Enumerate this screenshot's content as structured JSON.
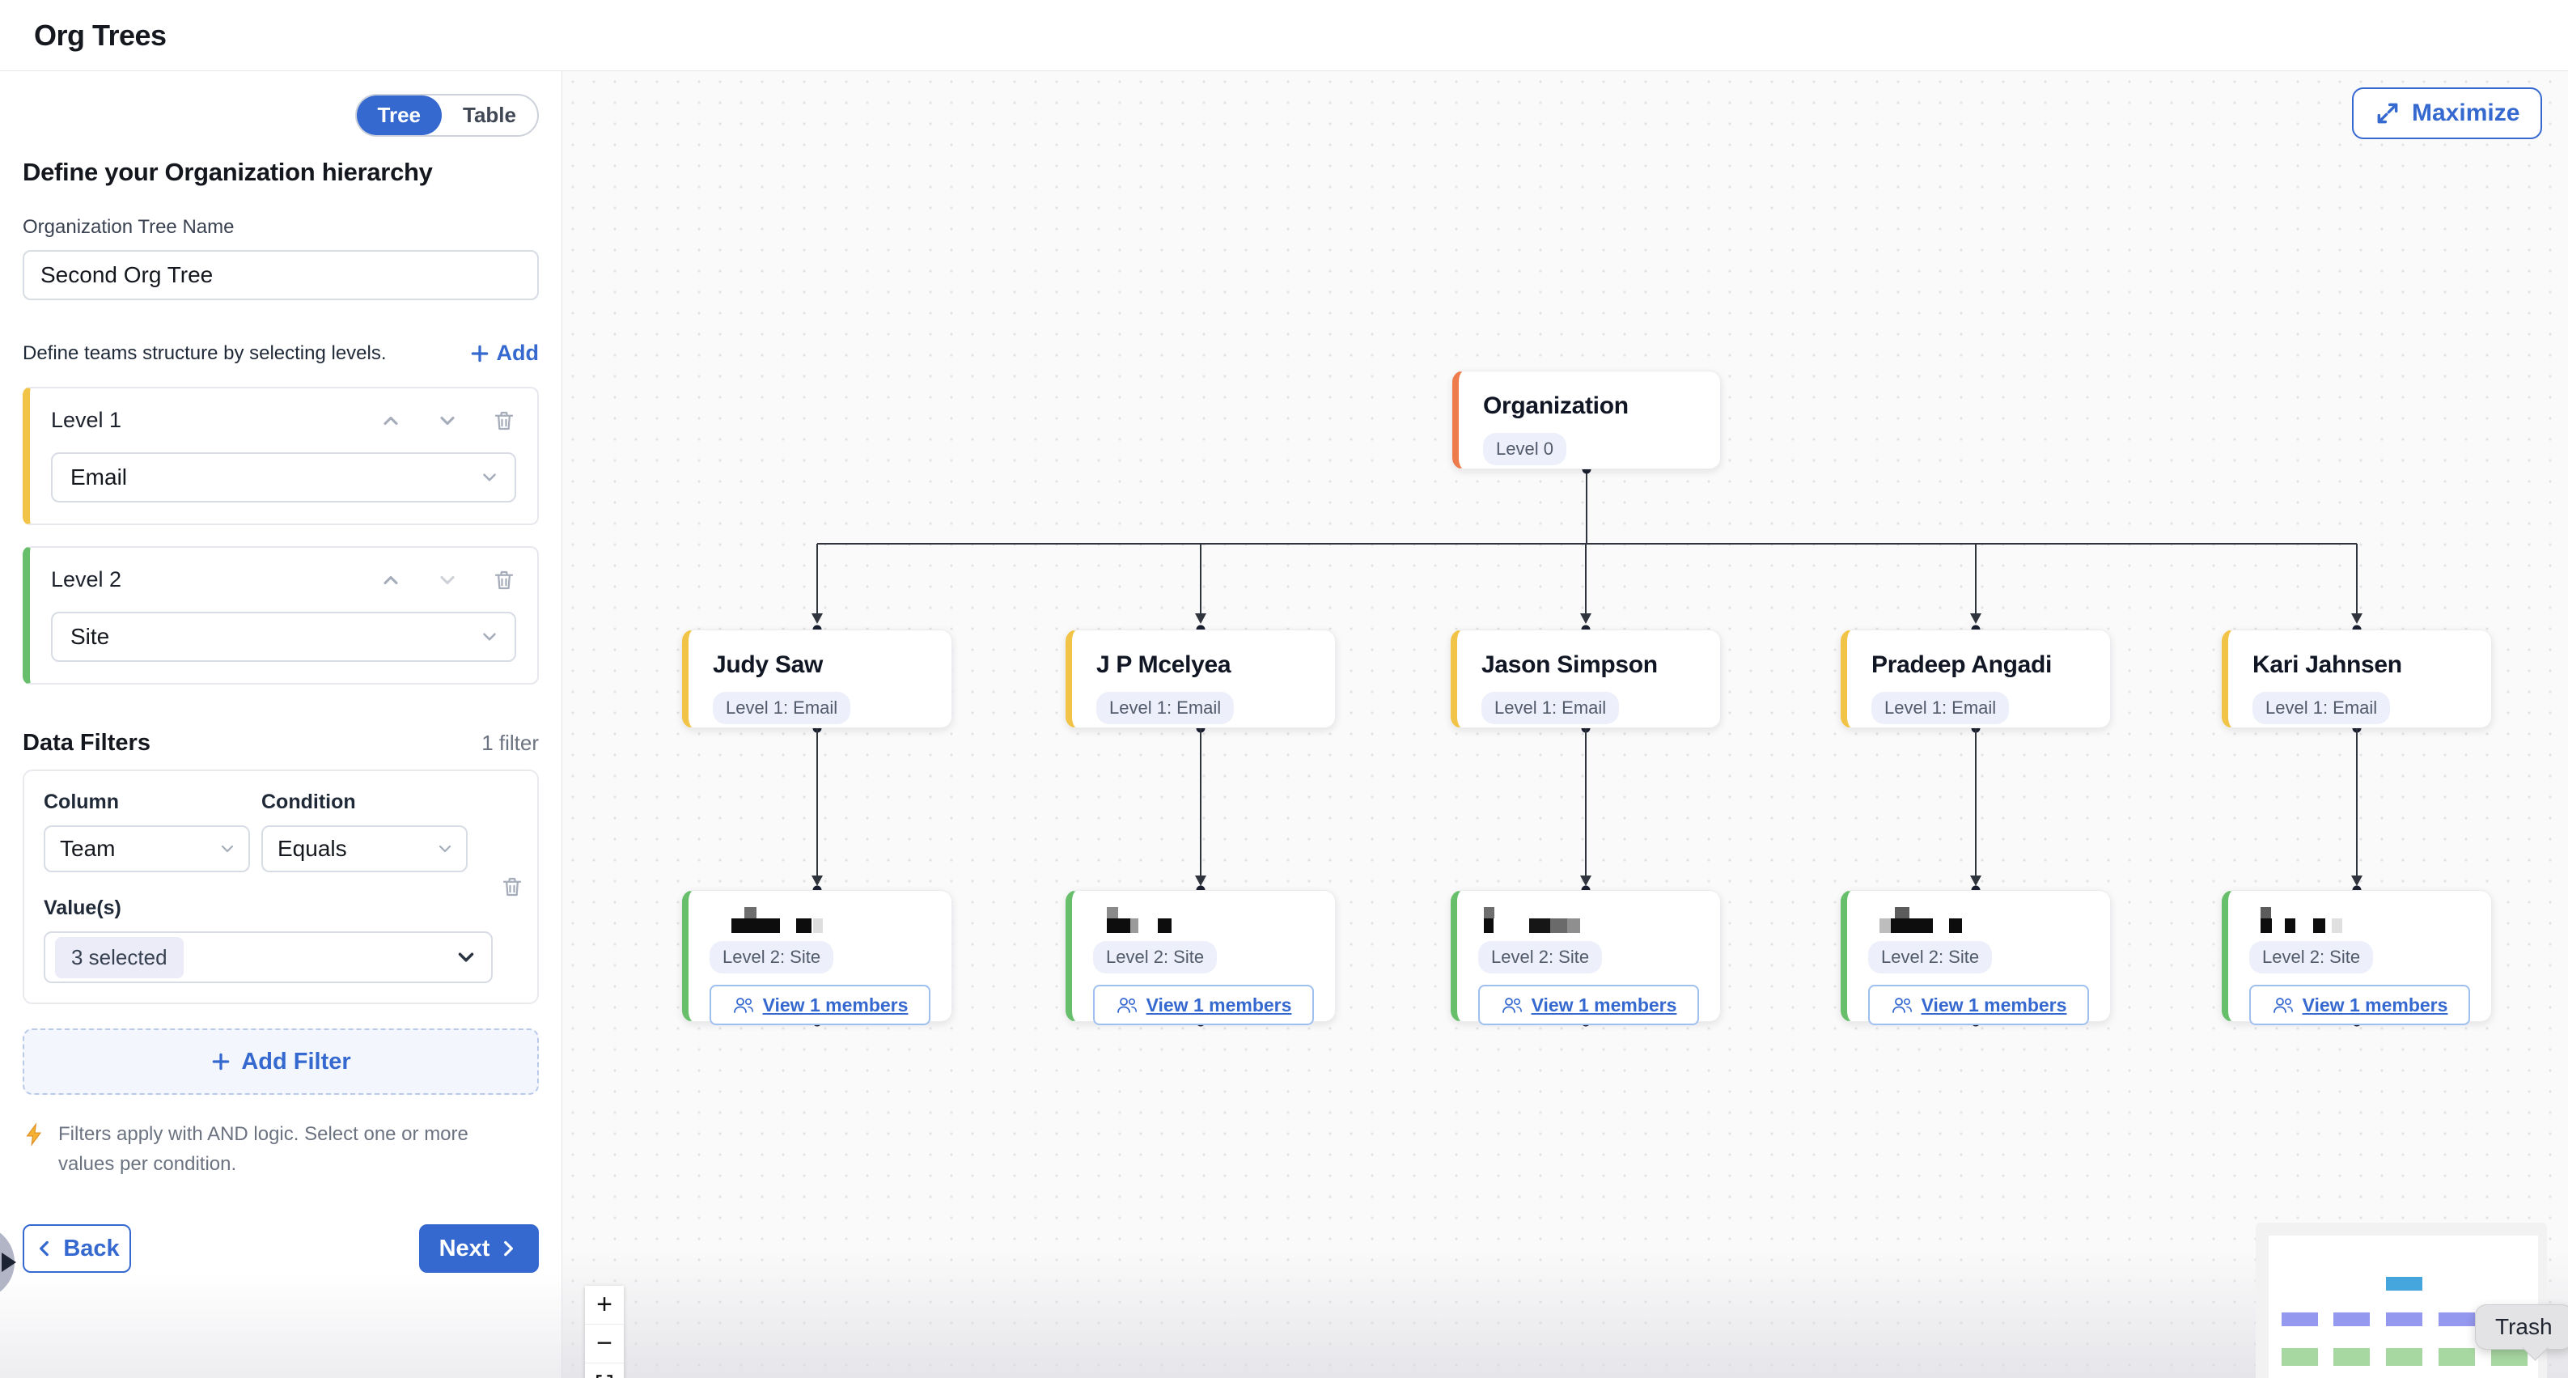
{
  "header": {
    "title": "Org Trees"
  },
  "sidebar": {
    "toggle": {
      "tree": "Tree",
      "table": "Table",
      "selected": "Tree"
    },
    "heading": "Define your Organization hierarchy",
    "tree_name": {
      "label": "Organization Tree Name",
      "value": "Second Org Tree"
    },
    "levels_note": "Define teams structure by selecting levels.",
    "add_label": "Add",
    "levels": [
      {
        "title": "Level 1",
        "value": "Email"
      },
      {
        "title": "Level 2",
        "value": "Site"
      }
    ],
    "filters": {
      "title": "Data Filters",
      "count_label": "1 filter",
      "column_label": "Column",
      "condition_label": "Condition",
      "values_label": "Value(s)",
      "column_value": "Team",
      "condition_value": "Equals",
      "values_value": "3 selected",
      "add_filter_label": "Add Filter",
      "note": "Filters apply with AND logic. Select one or more values per condition."
    },
    "back_label": "Back",
    "next_label": "Next"
  },
  "canvas": {
    "maximize_label": "Maximize",
    "tooltip": "Trash",
    "zoom": {
      "plus": "+",
      "minus": "−"
    },
    "tree": {
      "root": {
        "title": "Organization",
        "badge": "Level 0"
      },
      "child_badge": "Level 1: Email",
      "leaf_badge": "Level 2: Site",
      "view_members": "View 1 members",
      "children": [
        {
          "title": "Judy Saw"
        },
        {
          "title": "J P Mcelyea"
        },
        {
          "title": "Jason Simpson"
        },
        {
          "title": "Pradeep Angadi"
        },
        {
          "title": "Kari Jahnsen"
        }
      ],
      "leaves": [
        {
          "top": [
            {
              "ml": 43,
              "w": 15,
              "c": "#6e6e6e"
            }
          ],
          "main": [
            {
              "ml": 27,
              "w": 60,
              "c": "#0d0d0d"
            },
            {
              "ml": 20,
              "w": 19,
              "c": "#0d0d0d"
            },
            {
              "ml": 2,
              "w": 12,
              "c": "#dedede"
            }
          ]
        },
        {
          "top": [
            {
              "ml": 17,
              "w": 14,
              "c": "#8a8a8a"
            }
          ],
          "main": [
            {
              "ml": 17,
              "w": 29,
              "c": "#0d0d0d"
            },
            {
              "ml": 0,
              "w": 10,
              "c": "#9a9a9a"
            },
            {
              "ml": 24,
              "w": 17,
              "c": "#0d0d0d"
            }
          ]
        },
        {
          "top": [
            {
              "ml": 7,
              "w": 13,
              "c": "#6e6e6e"
            }
          ],
          "main": [
            {
              "ml": 7,
              "w": 12,
              "c": "#0d0d0d"
            },
            {
              "ml": 44,
              "w": 26,
              "c": "#161616"
            },
            {
              "ml": 0,
              "w": 21,
              "c": "#6a6a6a"
            },
            {
              "ml": 0,
              "w": 16,
              "c": "#8f8f8f"
            }
          ]
        },
        {
          "top": [
            {
              "ml": 33,
              "w": 18,
              "c": "#5c5c5c"
            }
          ],
          "main": [
            {
              "ml": 14,
              "w": 14,
              "c": "#bdbdbd"
            },
            {
              "ml": 0,
              "w": 52,
              "c": "#0d0d0d"
            },
            {
              "ml": 20,
              "w": 16,
              "c": "#0d0d0d"
            }
          ]
        },
        {
          "top": [
            {
              "ml": 14,
              "w": 13,
              "c": "#5c5c5c"
            }
          ],
          "main": [
            {
              "ml": 14,
              "w": 14,
              "c": "#0d0d0d"
            },
            {
              "ml": 16,
              "w": 13,
              "c": "#0d0d0d"
            },
            {
              "ml": 22,
              "w": 15,
              "c": "#0d0d0d"
            },
            {
              "ml": 8,
              "w": 13,
              "c": "#e0e0e0"
            }
          ]
        }
      ]
    }
  },
  "colors": {
    "accent": "#3569d0",
    "orange": "#ee7b4c",
    "yellow": "#f1c448",
    "green": "#67bf6b",
    "badge_bg": "#edeffa",
    "edge": "#30343c",
    "edge_dot": "#1b2030",
    "minimap_blue": "#45a6dd",
    "minimap_purple": "#9598ef",
    "minimap_green": "#a8d8a2",
    "lightning": "#f5b331"
  }
}
